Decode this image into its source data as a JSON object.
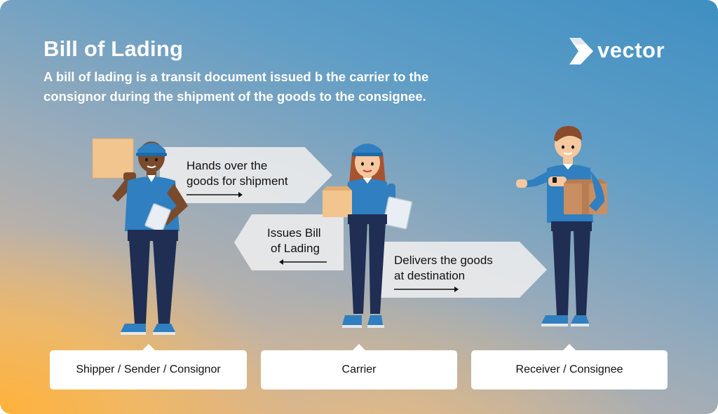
{
  "header": {
    "title": "Bill of Lading",
    "subtitle": "A bill of lading is a transit document issued b the carrier to the consignor during the shipment of the goods to the consignee."
  },
  "brand": {
    "logo_text": "vector",
    "logo_icon": "vector-chevron-icon"
  },
  "steps": [
    {
      "line1": "Hands over the",
      "line2": "goods for shipment",
      "direction": "right"
    },
    {
      "line1": "Issues Bill",
      "line2": "of Lading",
      "direction": "left"
    },
    {
      "line1": "Delivers the goods",
      "line2": "at destination",
      "direction": "right"
    }
  ],
  "roles": [
    {
      "label": "Shipper / Sender / Consignor"
    },
    {
      "label": "Carrier"
    },
    {
      "label": "Receiver / Consignee"
    }
  ],
  "colors": {
    "uniform_blue": "#2f7fc1",
    "trousers_navy": "#1f2e52",
    "box_tan": "#f2c58f",
    "background_top": "#3f8fc2",
    "background_bottom": "#f6b44a"
  }
}
